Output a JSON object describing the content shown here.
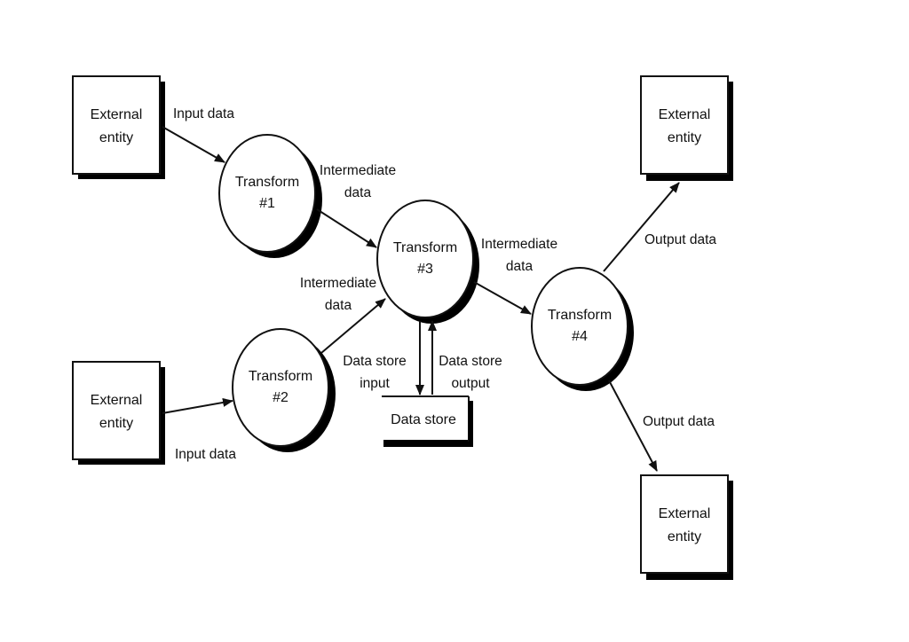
{
  "external_entities": {
    "top_left": {
      "line1": "External",
      "line2": "entity"
    },
    "bottom_left": {
      "line1": "External",
      "line2": "entity"
    },
    "top_right": {
      "line1": "External",
      "line2": "entity"
    },
    "bottom_right": {
      "line1": "External",
      "line2": "entity"
    }
  },
  "transforms": {
    "t1": {
      "line1": "Transform",
      "line2": "#1"
    },
    "t2": {
      "line1": "Transform",
      "line2": "#2"
    },
    "t3": {
      "line1": "Transform",
      "line2": "#3"
    },
    "t4": {
      "line1": "Transform",
      "line2": "#4"
    }
  },
  "data_store": {
    "label": "Data store"
  },
  "flows": {
    "input_top": {
      "line1": "Input data"
    },
    "input_bottom": {
      "line1": "Input data"
    },
    "inter_1_3": {
      "line1": "Intermediate",
      "line2": "data"
    },
    "inter_2_3": {
      "line1": "Intermediate",
      "line2": "data"
    },
    "inter_3_4": {
      "line1": "Intermediate",
      "line2": "data"
    },
    "store_input": {
      "line1": "Data store",
      "line2": "input"
    },
    "store_output": {
      "line1": "Data store",
      "line2": "output"
    },
    "output_top": {
      "line1": "Output data"
    },
    "output_bottom": {
      "line1": "Output data"
    }
  },
  "colors": {
    "ink": "#111111",
    "shadow": "#000000",
    "background": "#ffffff"
  }
}
